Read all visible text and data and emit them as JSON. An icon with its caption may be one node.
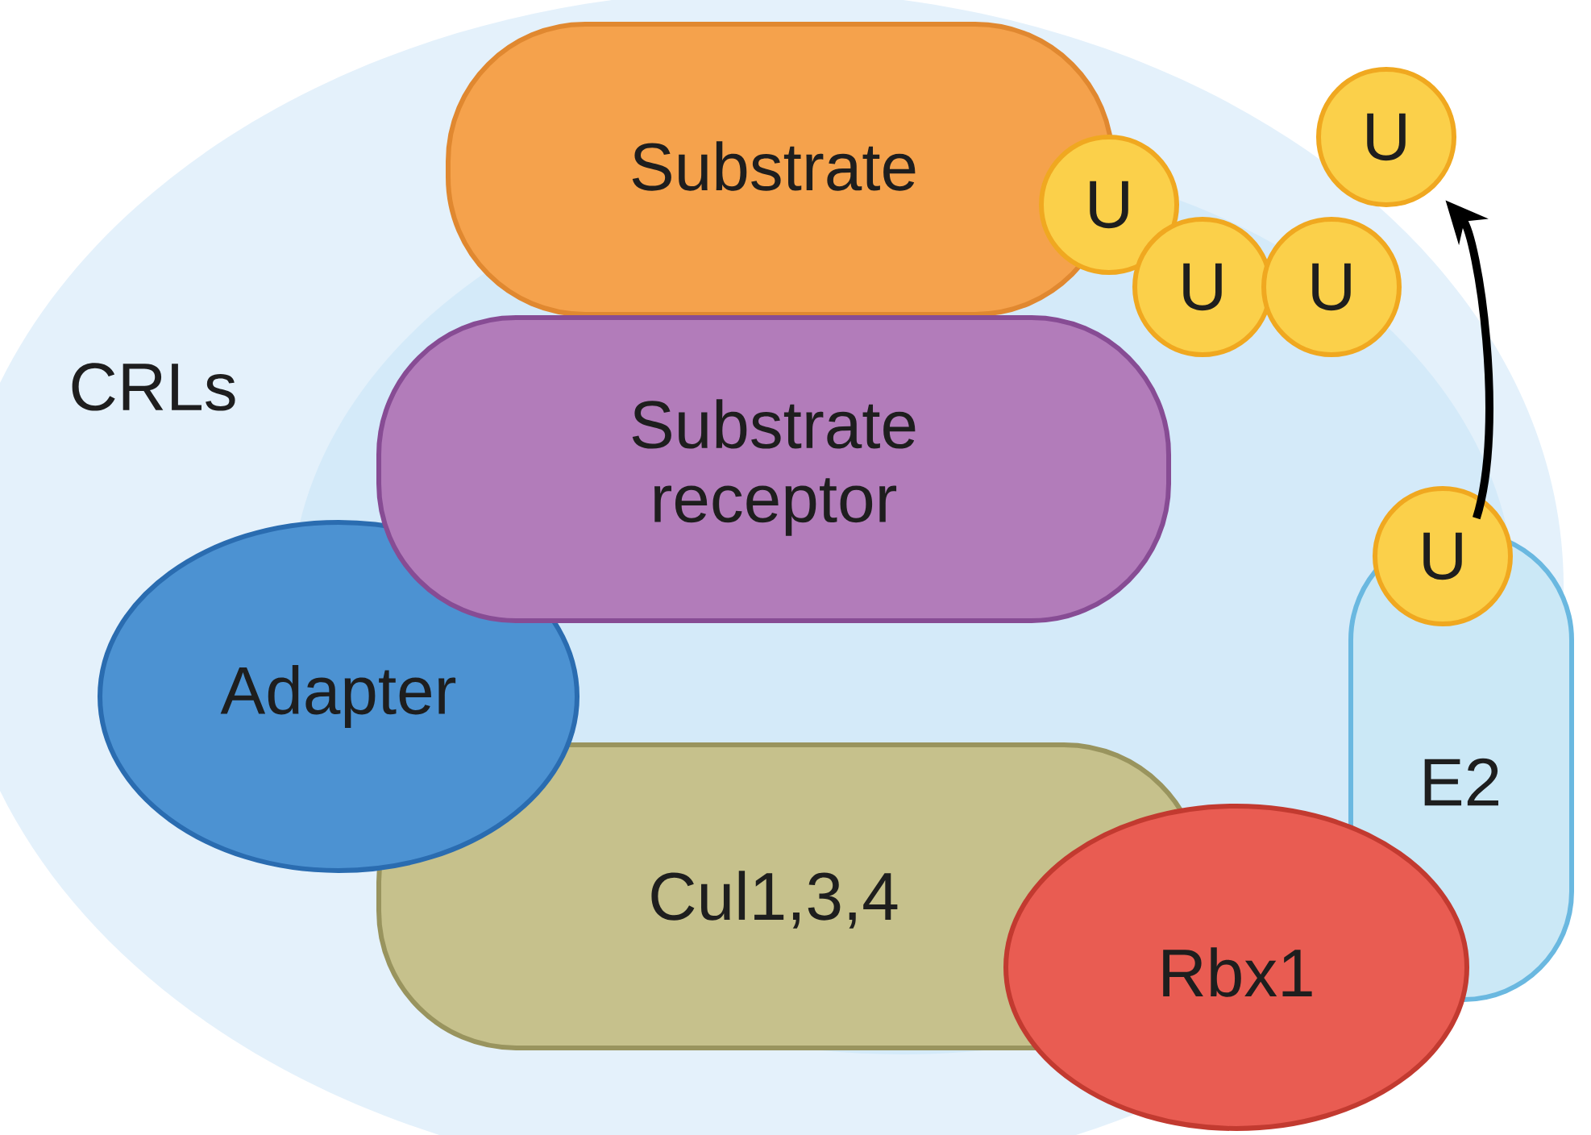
{
  "diagram": {
    "nodes": [
      {
        "text": [
          "Substrate"
        ]
      },
      {
        "text": [
          "Substrate receptor"
        ]
      },
      {
        "text": [
          "Adapter"
        ]
      },
      {
        "text": [
          "Cul1,3,4"
        ]
      },
      {
        "text": [
          "Rbx1"
        ]
      },
      {
        "text": [
          "E2"
        ]
      },
      {
        "text": [
          "U"
        ]
      },
      {
        "text": [
          "U"
        ]
      },
      {
        "text": [
          "U"
        ]
      },
      {
        "text": [
          "U"
        ]
      },
      {
        "text": [
          "U"
        ]
      }
    ],
    "edges": [
      {
        "from": 6,
        "to": 10,
        "arrow": "to"
      }
    ],
    "labels": [
      "CRLs"
    ]
  }
}
